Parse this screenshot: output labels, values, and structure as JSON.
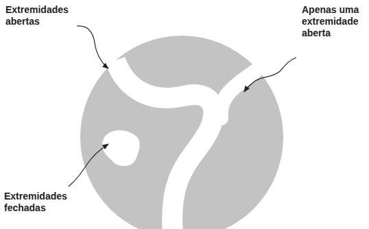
{
  "diagram": {
    "labels": [
      "Extremidades abertas",
      "Apenas uma extremidade aberta",
      "Extremidades fechadas"
    ]
  }
}
